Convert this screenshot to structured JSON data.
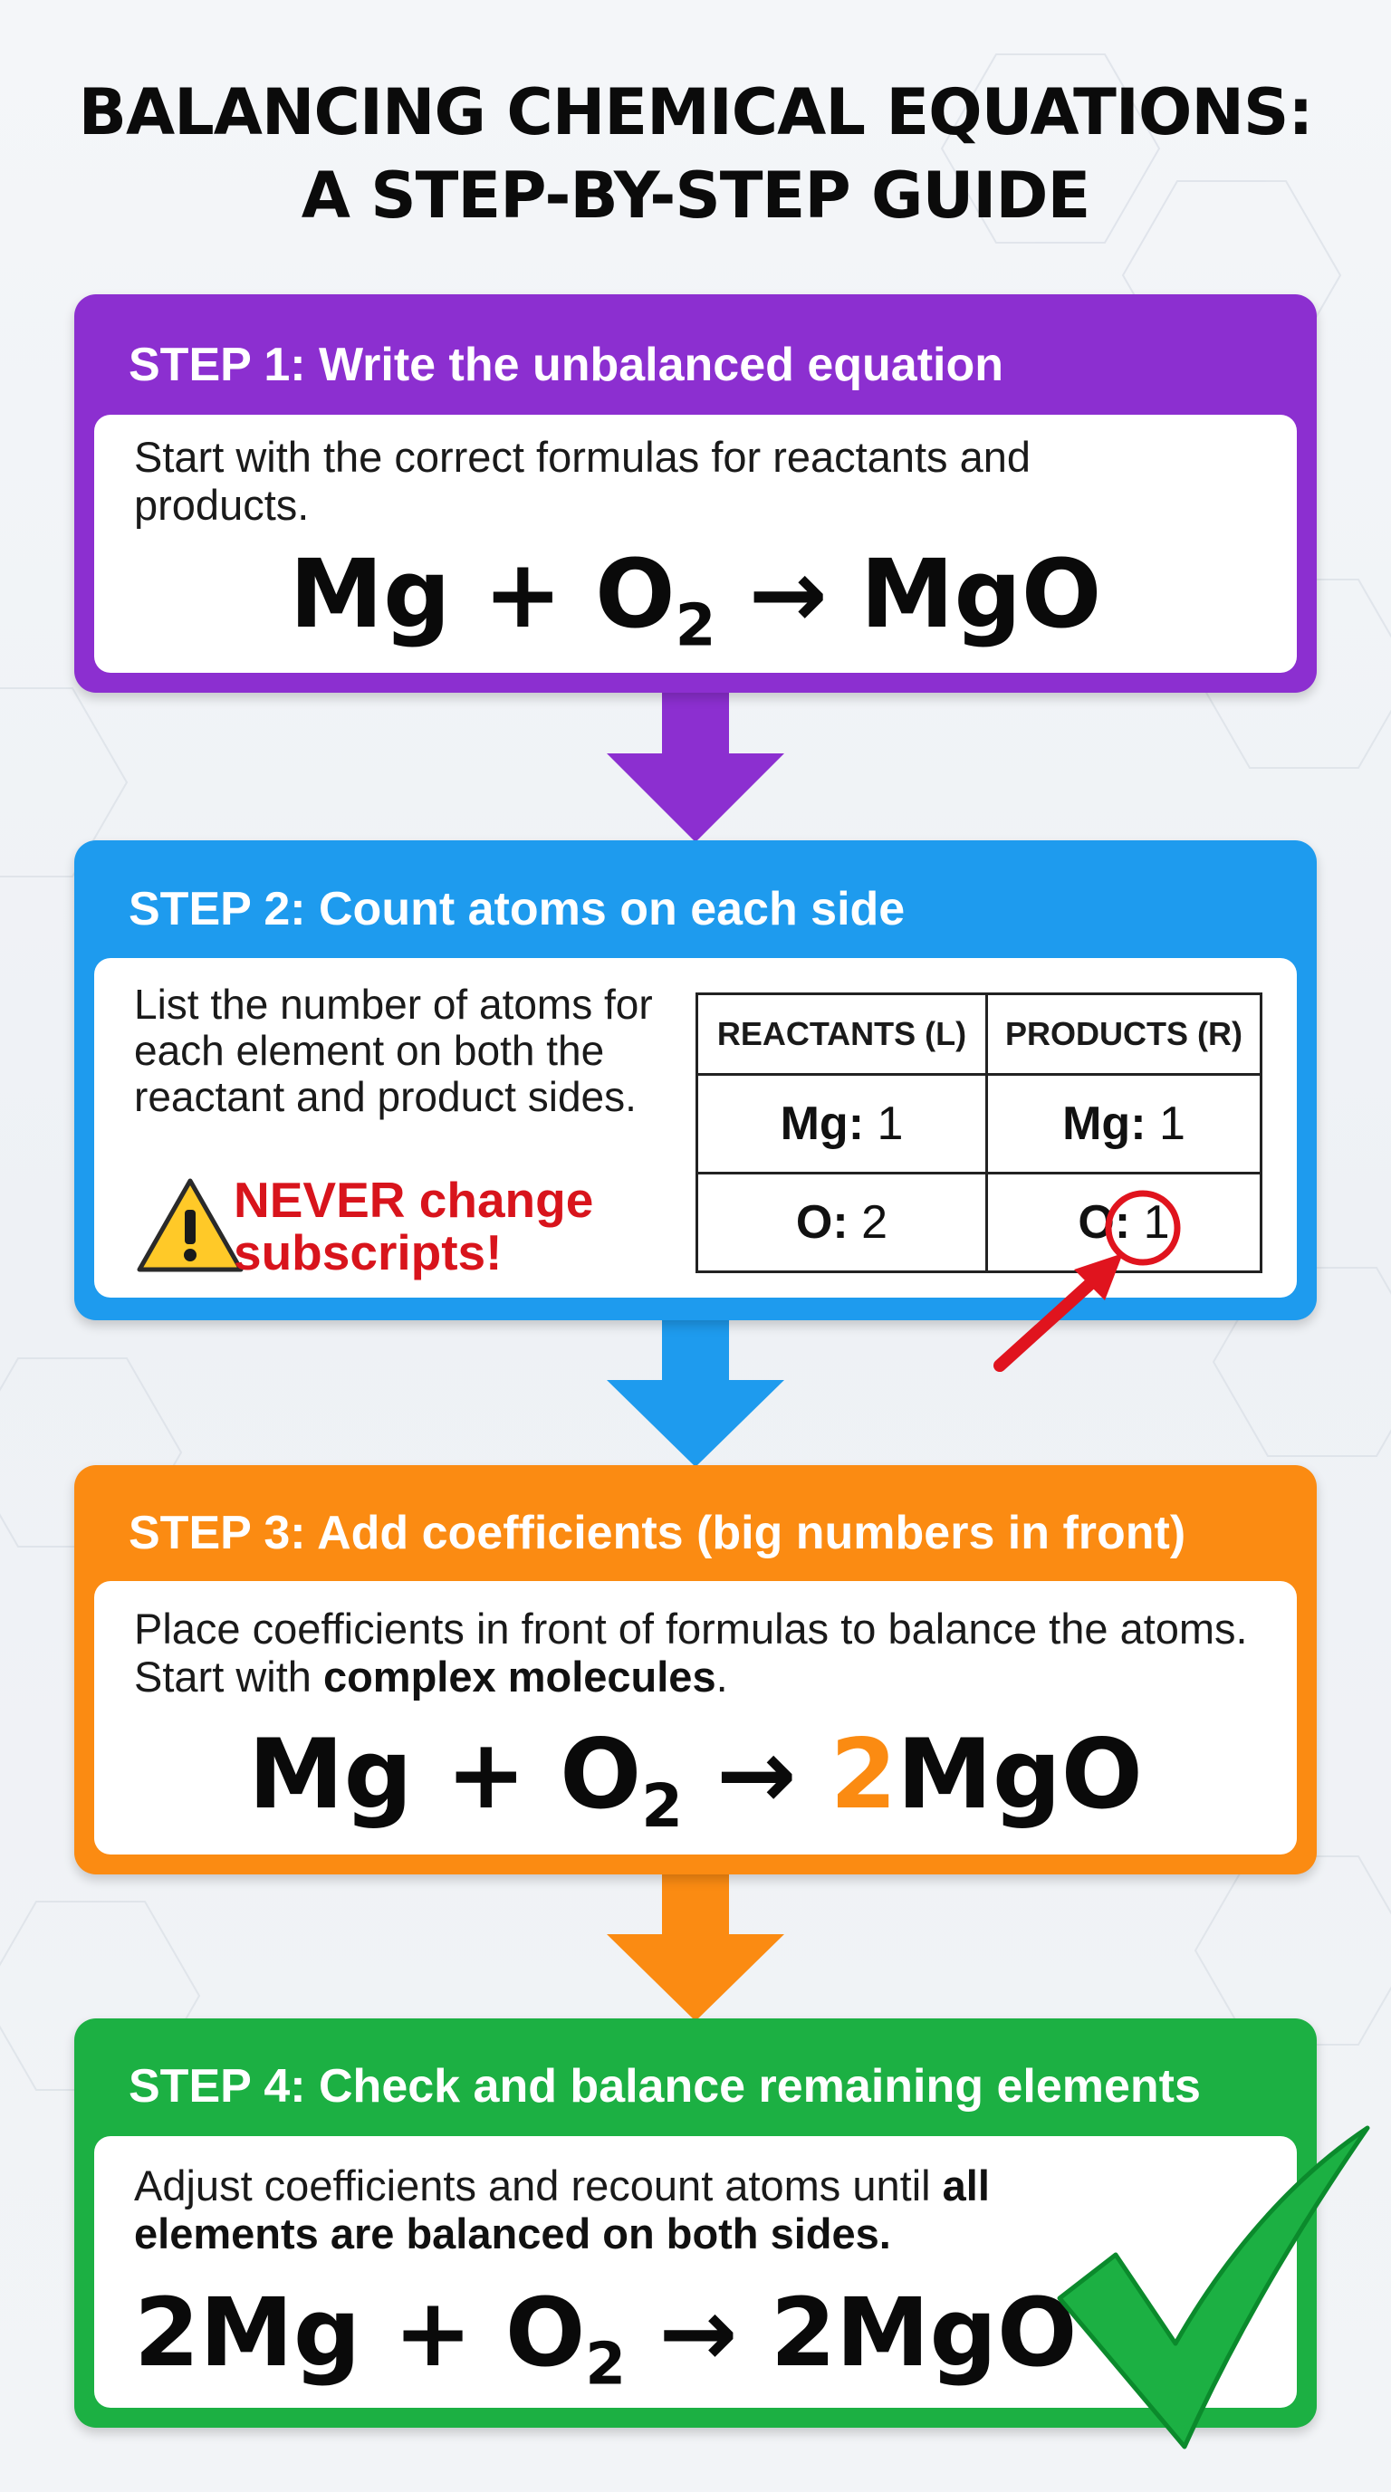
{
  "title": {
    "line1": "BALANCING CHEMICAL EQUATIONS:",
    "line2": "A STEP-BY-STEP GUIDE"
  },
  "colors": {
    "step1": "#8c2fd0",
    "step2": "#1e9bee",
    "step3": "#fb8b12",
    "step4": "#1cb043",
    "warning_text": "#d8141c",
    "highlight_coefficient": "#fb8b12"
  },
  "steps": [
    {
      "header": "STEP 1: Write the unbalanced equation",
      "description": "Start with the correct formulas for reactants and products.",
      "equation": {
        "lhs1": "Mg + O",
        "sub": "2",
        "arrow": " → ",
        "rhs": "MgO"
      }
    },
    {
      "header": "STEP 2: Count atoms on each side",
      "description": "List the number of atoms for each element on both the reactant and product sides.",
      "warning": {
        "line1": "NEVER change",
        "line2": "subscripts!",
        "icon": "warning-triangle-icon"
      },
      "table": {
        "headers": [
          "REACTANTS (L)",
          "PRODUCTS (R)"
        ],
        "rows": [
          [
            {
              "el": "Mg:",
              "n": "1"
            },
            {
              "el": "Mg:",
              "n": "1"
            }
          ],
          [
            {
              "el": "O:",
              "n": "2"
            },
            {
              "el": "O:",
              "n": "1"
            }
          ]
        ],
        "callout_icon": "red-circle-arrow-icon"
      }
    },
    {
      "header": "STEP 3: Add coefficients (big numbers in front)",
      "description_pre": "Place coefficients in front of formulas to balance the atoms. Start with ",
      "description_bold": "complex molecules",
      "description_post": ".",
      "equation": {
        "lhs1": "Mg + O",
        "sub": "2",
        "arrow": " → ",
        "coef": "2",
        "rhs": "MgO"
      }
    },
    {
      "header": "STEP 4: Check and balance remaining elements",
      "description_pre": "Adjust coefficients and recount atoms until ",
      "description_bold": "all elements are balanced on both sides.",
      "equation": {
        "lhs1": "2Mg + O",
        "sub": "2",
        "arrow": " → ",
        "rhs": "2MgO"
      },
      "icon": "check-mark-icon"
    }
  ]
}
